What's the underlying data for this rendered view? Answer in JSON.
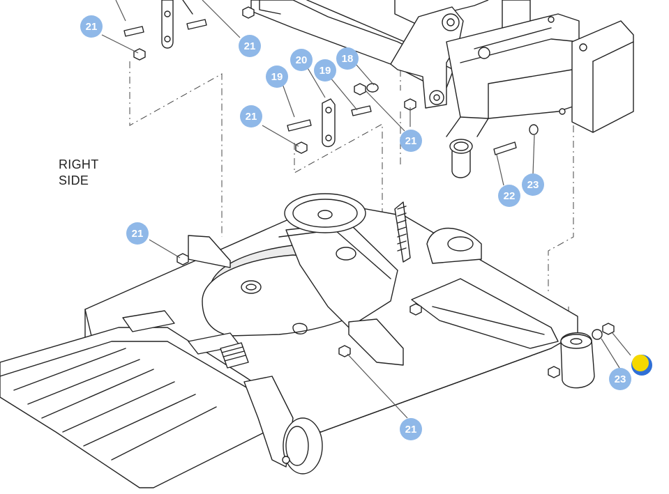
{
  "side_label": {
    "line1": "RIGHT",
    "line2": "SIDE"
  },
  "callouts": [
    {
      "id": "c21a",
      "label": "21"
    },
    {
      "id": "c21b",
      "label": "21"
    },
    {
      "id": "c19a",
      "label": "19"
    },
    {
      "id": "c20",
      "label": "20"
    },
    {
      "id": "c19b",
      "label": "19"
    },
    {
      "id": "c18",
      "label": "18"
    },
    {
      "id": "c21c",
      "label": "21"
    },
    {
      "id": "c21d",
      "label": "21"
    },
    {
      "id": "c22",
      "label": "22"
    },
    {
      "id": "c23a",
      "label": "23"
    },
    {
      "id": "c21e",
      "label": "21"
    },
    {
      "id": "c23b",
      "label": "23"
    },
    {
      "id": "c21f",
      "label": "21"
    }
  ],
  "colors": {
    "callout": "#8fb8e8",
    "highlight_fill": "#f5d800",
    "highlight_ring": "#2f6fd6"
  }
}
